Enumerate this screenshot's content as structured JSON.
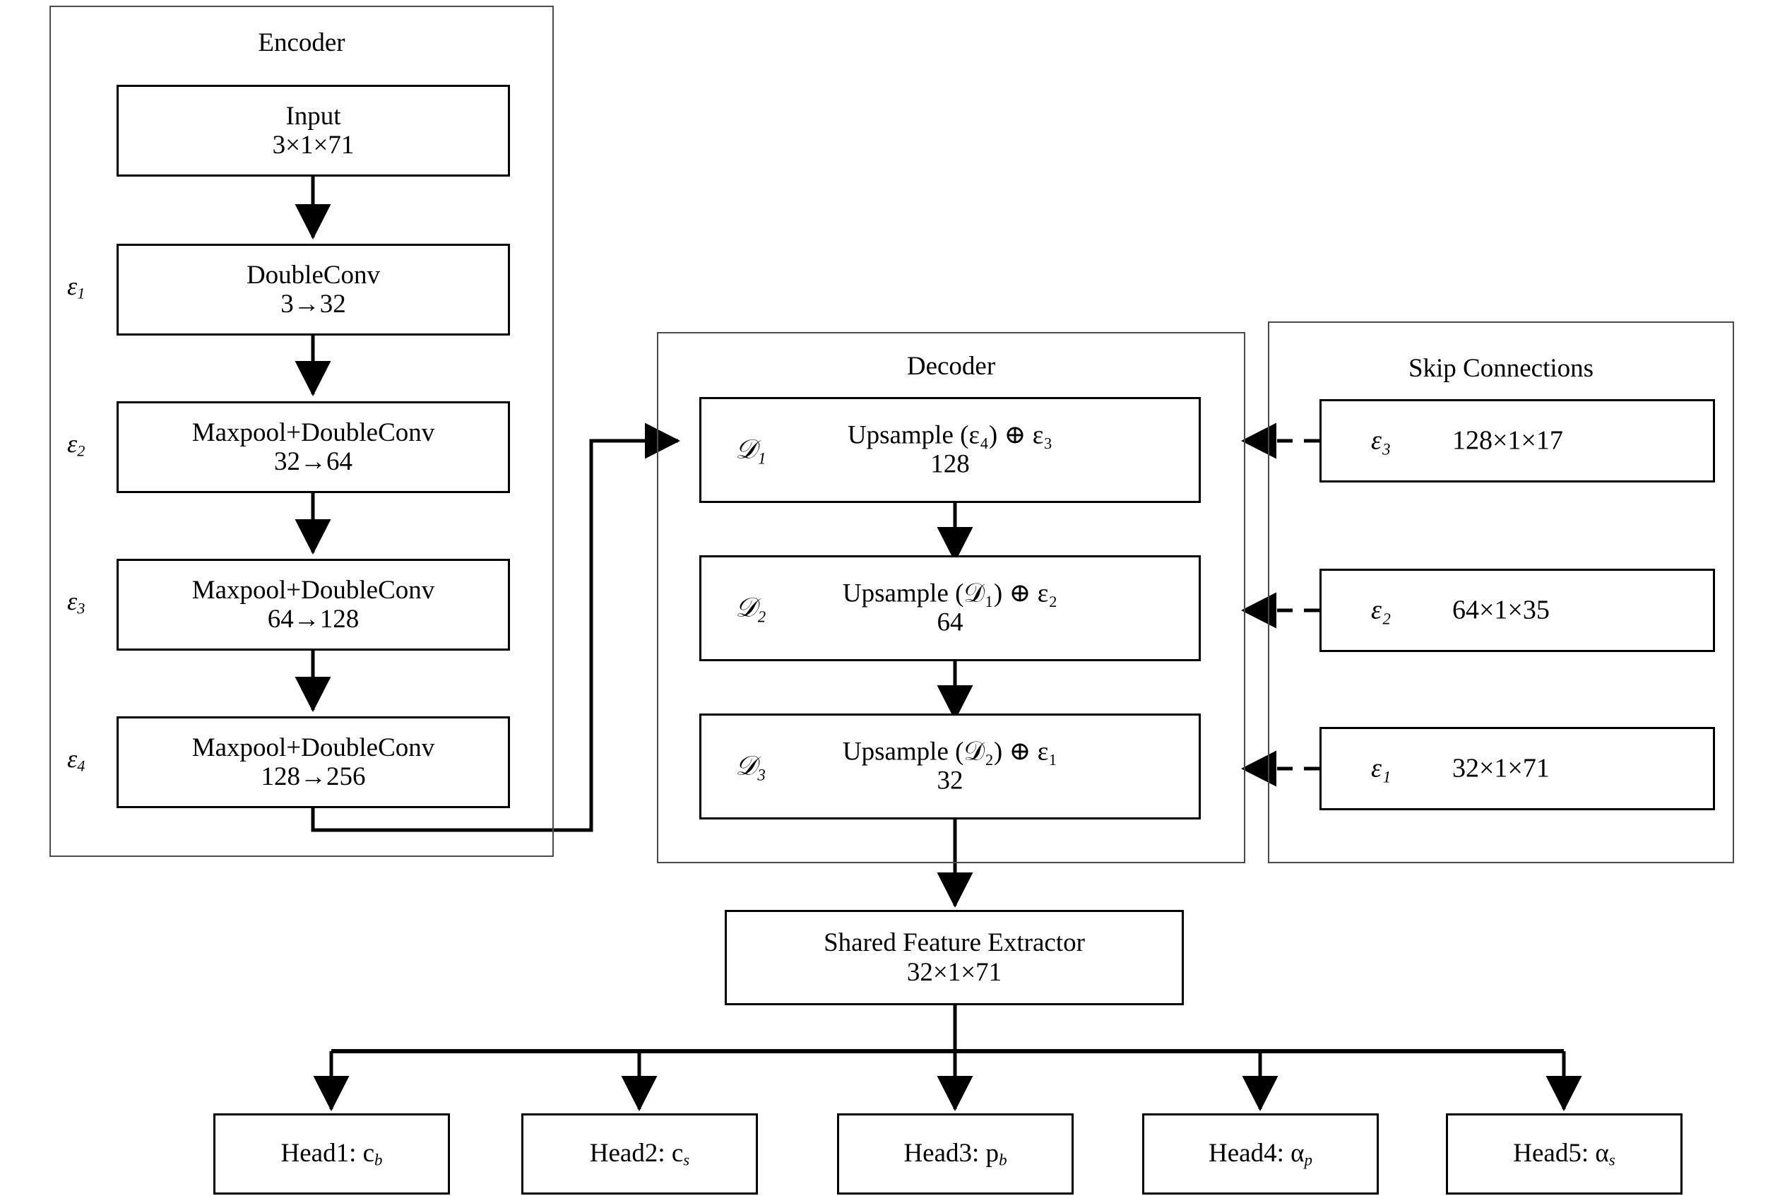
{
  "figure": {
    "kind": "neural-network-architecture-diagram",
    "background": "#ffffff",
    "line_color": "#000000",
    "panel_border_color": "#4a4a4a"
  },
  "encoder": {
    "title": "Encoder",
    "blocks": [
      {
        "stage": "",
        "line1": "Input",
        "line2": "3×1×71"
      },
      {
        "stage": "ε₁",
        "line1": "DoubleConv",
        "line2": "3→32"
      },
      {
        "stage": "ε₂",
        "line1": "Maxpool+DoubleConv",
        "line2": "32→64"
      },
      {
        "stage": "ε₃",
        "line1": "Maxpool+DoubleConv",
        "line2": "64→128"
      },
      {
        "stage": "ε₄",
        "line1": "Maxpool+DoubleConv",
        "line2": "128→256"
      }
    ]
  },
  "decoder": {
    "title": "Decoder",
    "blocks": [
      {
        "tag": "𝒟₁",
        "line1": "Upsample (ε₄) ⊕ ε₃",
        "line2": "128"
      },
      {
        "tag": "𝒟₂",
        "line1": "Upsample (𝒟₁) ⊕ ε₂",
        "line2": "64"
      },
      {
        "tag": "𝒟₃",
        "line1": "Upsample (𝒟₂) ⊕ ε₁",
        "line2": "32"
      }
    ]
  },
  "skip_connections": {
    "title": "Skip Connections",
    "blocks": [
      {
        "tag": "ε₃",
        "dims": "128×1×17"
      },
      {
        "tag": "ε₂",
        "dims": "64×1×35"
      },
      {
        "tag": "ε₁",
        "dims": "32×1×71"
      }
    ]
  },
  "shared": {
    "line1": "Shared Feature Extractor",
    "line2": "32×1×71"
  },
  "heads": [
    {
      "label": "Head1: c",
      "sub": "b"
    },
    {
      "label": "Head2: c",
      "sub": "s"
    },
    {
      "label": "Head3: p",
      "sub": "b"
    },
    {
      "label": "Head4: α",
      "sub": "p"
    },
    {
      "label": "Head5: α",
      "sub": "s"
    }
  ]
}
